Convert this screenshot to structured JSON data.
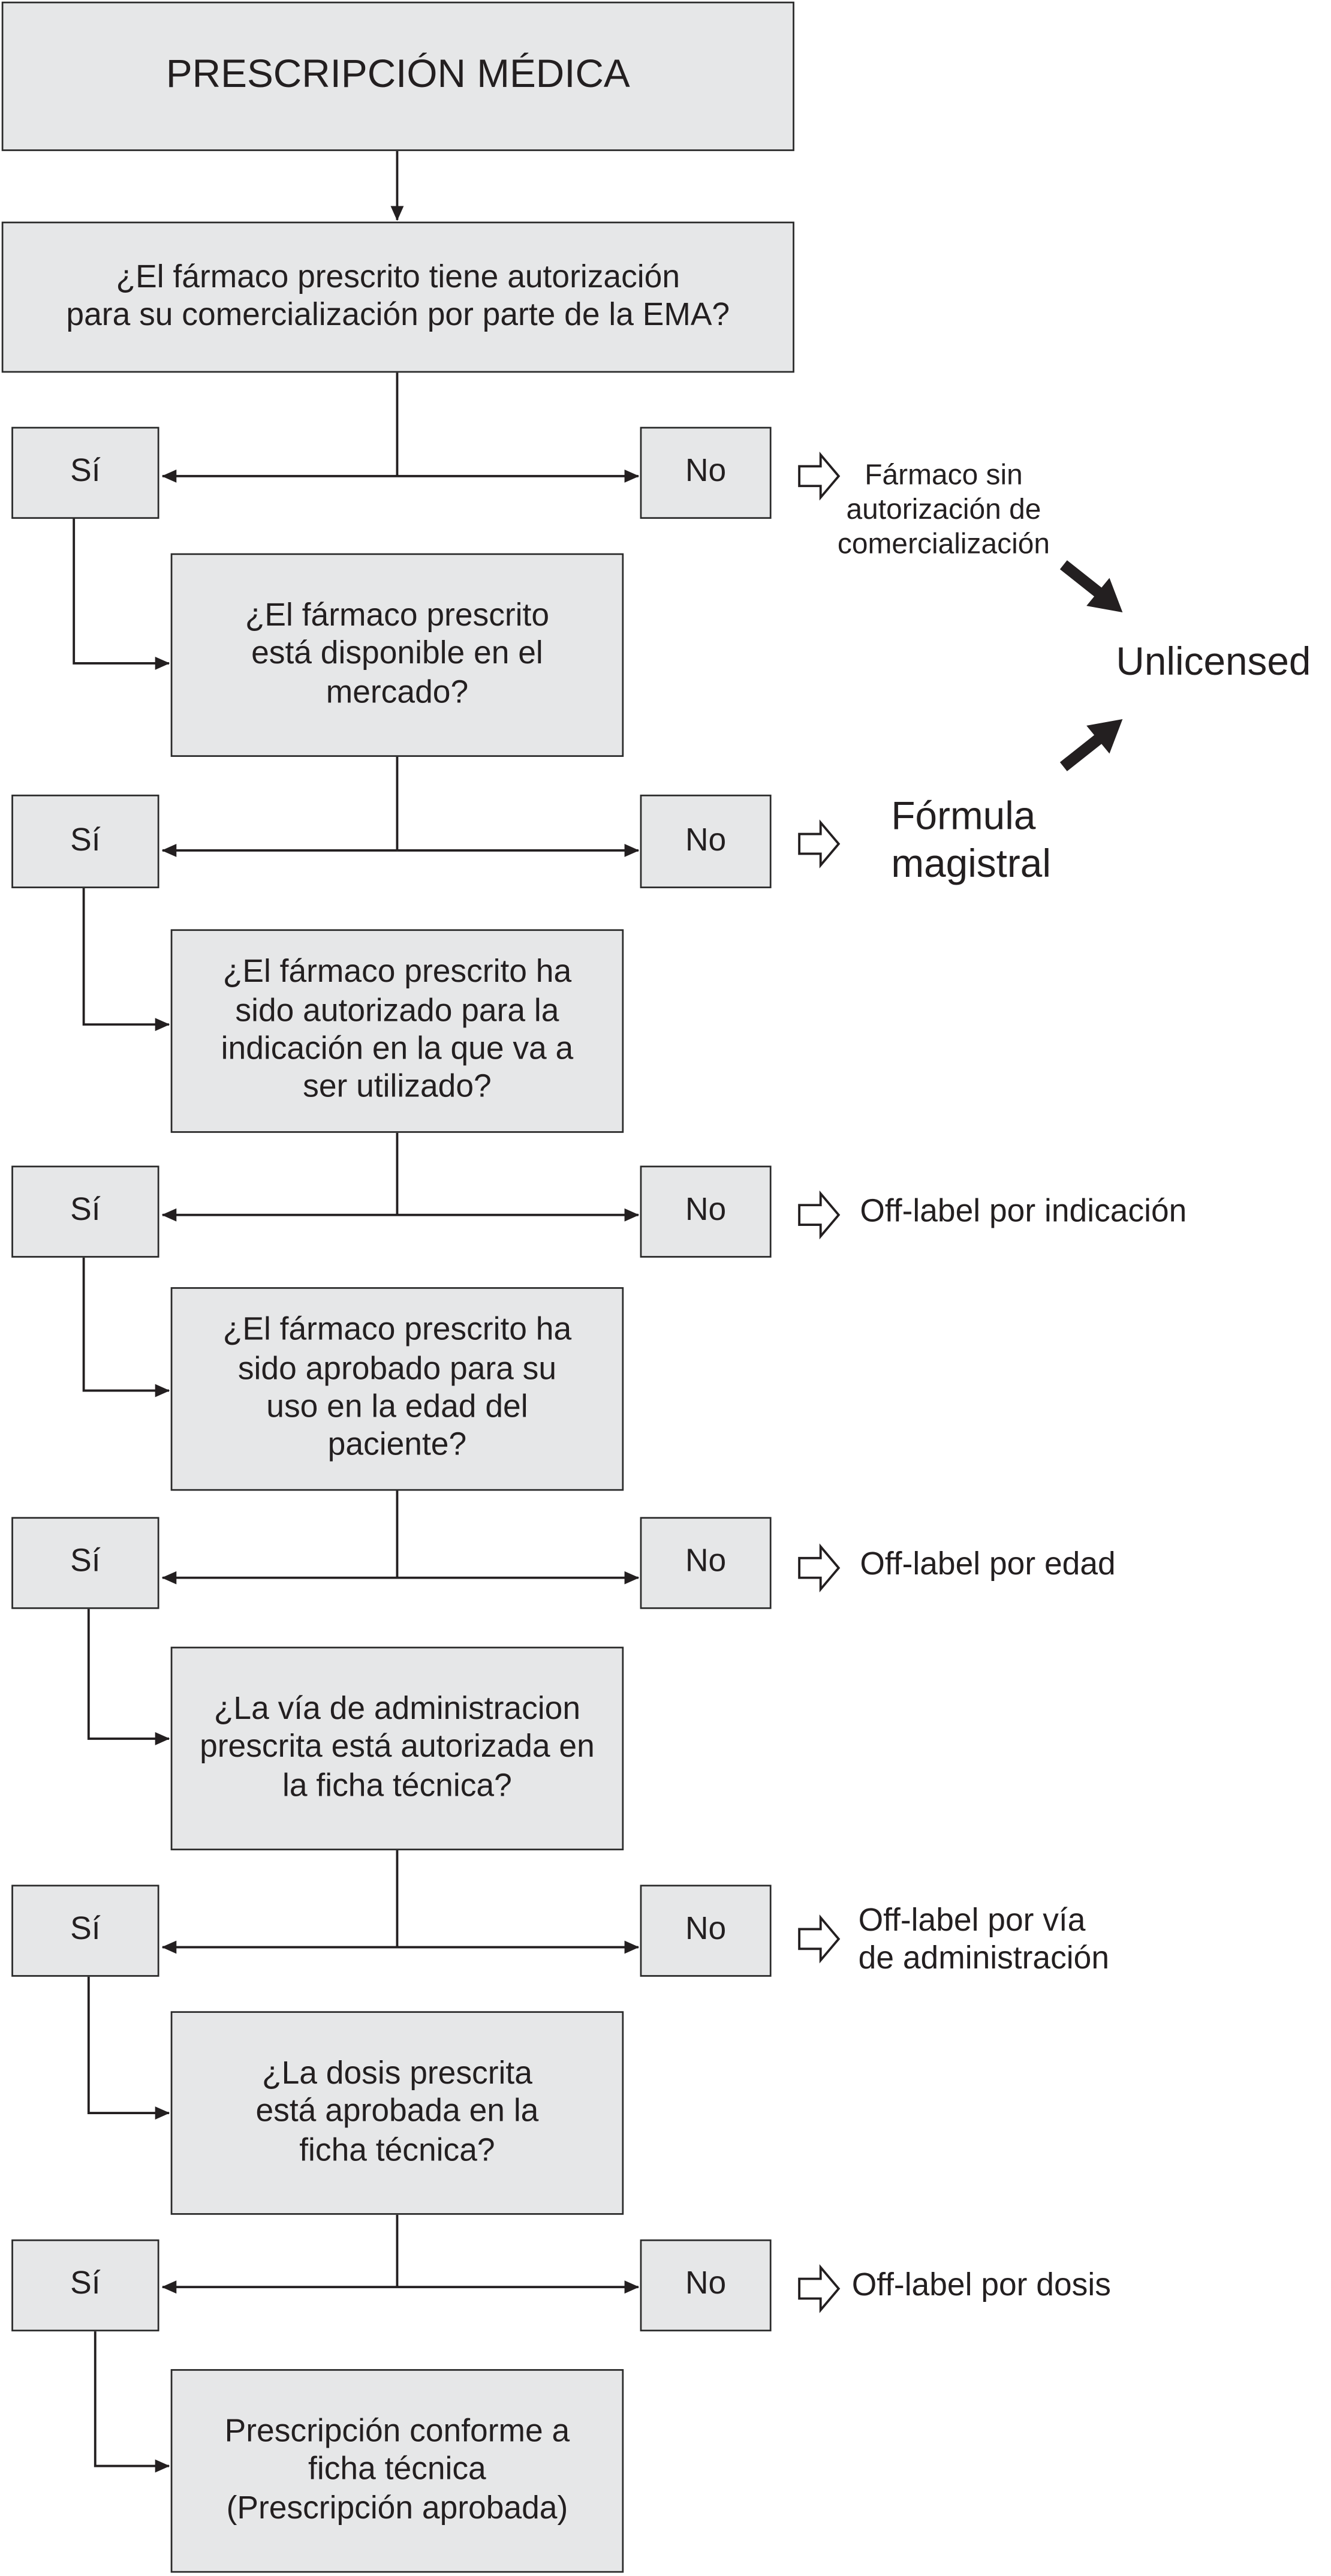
{
  "title": "PRESCRIPCIÓN MÉDICA",
  "questions": [
    "¿El fármaco prescrito tiene autorización\npara su comercialización por parte de la EMA?",
    "¿El fármaco prescrito\nestá disponible en el\nmercado?",
    "¿El fármaco prescrito ha\nsido autorizado para la\nindicación en la que va a\nser utilizado?",
    "¿El fármaco prescrito ha\nsido aprobado para su\nuso en la edad del\npaciente?",
    "¿La vía de administracion\nprescrita está autorizada en\nla ficha técnica?",
    "¿La dosis prescrita\nestá aprobada en la\nficha técnica?"
  ],
  "final": "Prescripción conforme a\nficha técnica\n(Prescripción aprobada)",
  "yes_label": "Sí",
  "no_label": "No",
  "outcomes": [
    "Fármaco sin\nautorización de\ncomercialización",
    "Fórmula\nmagistral",
    "Off-label por indicación",
    "Off-label por edad",
    "Off-label por vía\nde administración",
    "Off-label por dosis"
  ],
  "unlicensed": "Unlicensed",
  "colors": {
    "box_fill": "#e6e7e8",
    "stroke": "#2a2a2a",
    "text": "#231f20"
  }
}
